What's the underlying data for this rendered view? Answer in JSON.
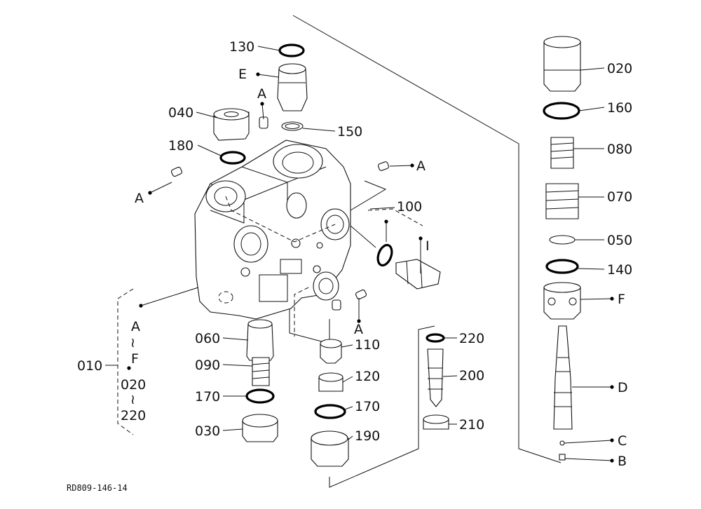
{
  "labels": {
    "l130": "130",
    "lE": "E",
    "lA_top": "A",
    "l040": "040",
    "l180": "180",
    "l150": "150",
    "lA_left": "A",
    "lA_right": "A",
    "l100": "100",
    "lI": "I",
    "lA_bottom": "A",
    "l060": "060",
    "l090": "090",
    "l170a": "170",
    "l030": "030",
    "l110": "110",
    "l120": "120",
    "l170b": "170",
    "l190": "190",
    "l220": "220",
    "l200": "200",
    "l210": "210",
    "l020": "020",
    "l160": "160",
    "l080": "080",
    "l070": "070",
    "l050": "050",
    "l140": "140",
    "lF": "F",
    "lD": "D",
    "lC": "C",
    "lB": "B",
    "assy": "010",
    "range1_from": "A",
    "range1_sep": "≀",
    "range1_to": "F",
    "range2_from": "020",
    "range2_sep": "≀",
    "range2_to": "220"
  },
  "drawing_code": "RD809-146-14"
}
